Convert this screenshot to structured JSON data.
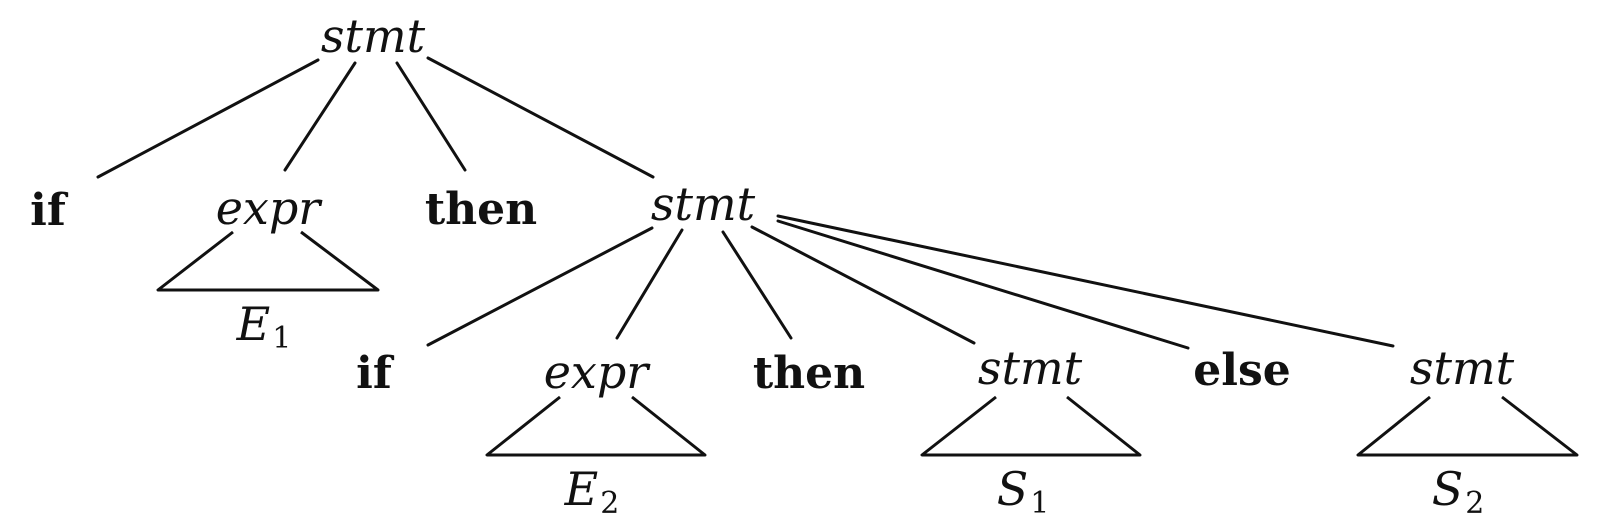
{
  "tree": {
    "root": {
      "label": "stmt"
    },
    "if1": {
      "label": "if"
    },
    "expr1": {
      "label": "expr",
      "subtree": {
        "base": "E",
        "index": "1"
      }
    },
    "then1": {
      "label": "then"
    },
    "stmt_inner": {
      "label": "stmt"
    },
    "if2": {
      "label": "if"
    },
    "expr2": {
      "label": "expr",
      "subtree": {
        "base": "E",
        "index": "2"
      }
    },
    "then2": {
      "label": "then"
    },
    "stmt_s1": {
      "label": "stmt",
      "subtree": {
        "base": "S",
        "index": "1"
      }
    },
    "else": {
      "label": "else"
    },
    "stmt_s2": {
      "label": "stmt",
      "subtree": {
        "base": "S",
        "index": "2"
      }
    }
  }
}
